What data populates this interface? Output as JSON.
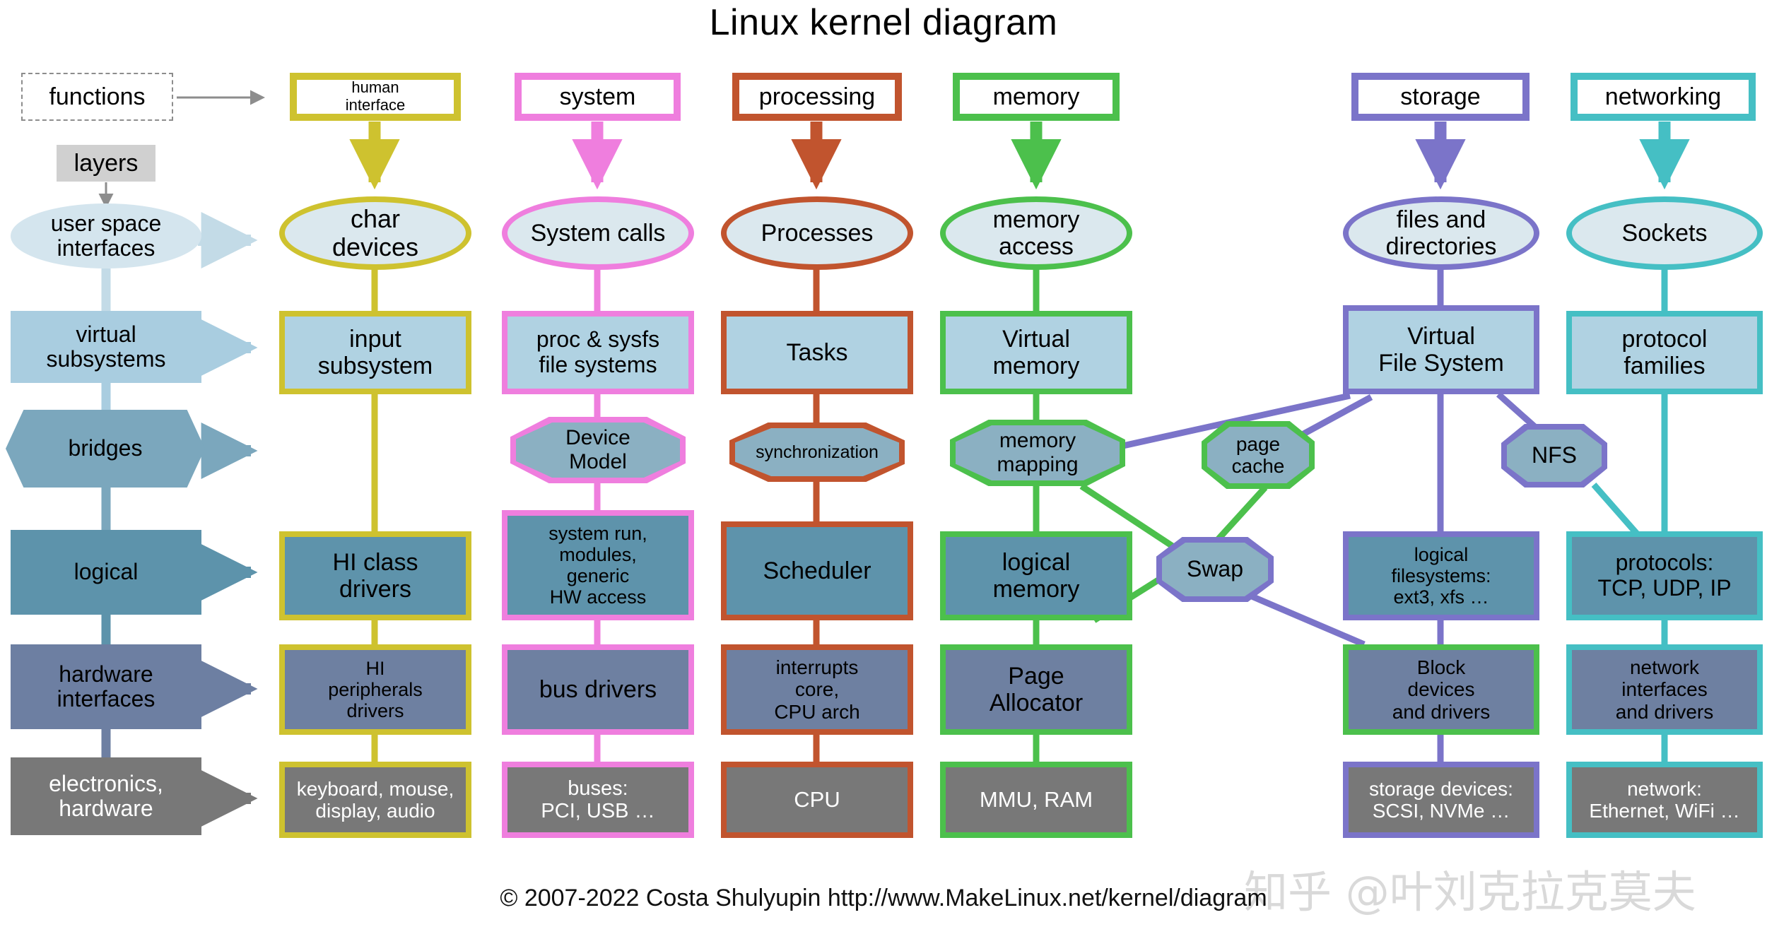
{
  "title": "Linux kernel diagram",
  "legend": {
    "functions": "functions",
    "layers": "layers"
  },
  "colors": {
    "human_interface": "#cec22f",
    "system": "#ef7ede",
    "processing": "#c1542e",
    "memory": "#4cc04c",
    "storage": "#7b74c9",
    "networking": "#45bfc4",
    "userspace_fill": "#d4e5ee",
    "virtual_fill": "#a9cde0",
    "bridges_fill": "#7ba7bd",
    "logical_fill": "#5d93ab",
    "hardware_fill": "#6d7fa2",
    "electronics_fill": "#787878",
    "node_userspace_fill": "#dbe8ee",
    "node_virtual_fill": "#b0d2e2",
    "node_bridge_fill": "#8bb0c2",
    "node_logical_fill": "#5e93ab",
    "node_hardware_fill": "#6e80a1",
    "node_electronics_fill": "#787878"
  },
  "columns": [
    {
      "id": "human-interface",
      "label": "human\ninterface",
      "color": "#cec22f"
    },
    {
      "id": "system",
      "label": "system",
      "color": "#ef7ede"
    },
    {
      "id": "processing",
      "label": "processing",
      "color": "#c1542e"
    },
    {
      "id": "memory",
      "label": "memory",
      "color": "#4cc04c"
    },
    {
      "id": "storage",
      "label": "storage",
      "color": "#7b74c9"
    },
    {
      "id": "networking",
      "label": "networking",
      "color": "#45bfc4"
    }
  ],
  "column_headers": {
    "human_interface": "human interface",
    "human_interface_l1": "human",
    "human_interface_l2": "interface",
    "system": "system",
    "processing": "processing",
    "memory": "memory",
    "storage": "storage",
    "networking": "networking"
  },
  "layers": [
    {
      "id": "user-space-interfaces",
      "l1": "user space",
      "l2": "interfaces",
      "shape": "ellipse",
      "fill": "#d4e5ee"
    },
    {
      "id": "virtual-subsystems",
      "l1": "virtual",
      "l2": "subsystems",
      "shape": "rect",
      "fill": "#a9cde0"
    },
    {
      "id": "bridges",
      "l1": "bridges",
      "l2": "",
      "shape": "hexwide",
      "fill": "#7ba7bd"
    },
    {
      "id": "logical",
      "l1": "logical",
      "l2": "",
      "shape": "rect",
      "fill": "#5d93ab"
    },
    {
      "id": "hardware-interfaces",
      "l1": "hardware",
      "l2": "interfaces",
      "shape": "rect",
      "fill": "#6d7fa2"
    },
    {
      "id": "electronics-hardware",
      "l1": "electronics,",
      "l2": "hardware",
      "shape": "rect",
      "fill": "#787878"
    }
  ],
  "nodes": {
    "char_devices": {
      "l1": "char",
      "l2": "devices"
    },
    "system_calls": {
      "l1": "System calls",
      "l2": ""
    },
    "processes": {
      "l1": "Processes",
      "l2": ""
    },
    "memory_access": {
      "l1": "memory",
      "l2": "access"
    },
    "files_and_dirs": {
      "l1": "files and",
      "l2": "directories"
    },
    "sockets": {
      "l1": "Sockets",
      "l2": ""
    },
    "input_subsystem": {
      "l1": "input",
      "l2": "subsystem"
    },
    "proc_sysfs": {
      "l1": "proc & sysfs",
      "l2": "file systems"
    },
    "tasks": {
      "l1": "Tasks",
      "l2": ""
    },
    "virtual_memory": {
      "l1": "Virtual",
      "l2": "memory"
    },
    "vfs": {
      "l1": "Virtual",
      "l2": "File System"
    },
    "protocol_families": {
      "l1": "protocol",
      "l2": "families"
    },
    "device_model": {
      "l1": "Device",
      "l2": "Model"
    },
    "synchronization": {
      "l1": "synchronization",
      "l2": ""
    },
    "memory_mapping": {
      "l1": "memory",
      "l2": "mapping"
    },
    "page_cache": {
      "l1": "page",
      "l2": "cache"
    },
    "nfs": {
      "l1": "NFS",
      "l2": ""
    },
    "swap": {
      "l1": "Swap",
      "l2": ""
    },
    "hi_class_drivers": {
      "l1": "HI class",
      "l2": "drivers"
    },
    "system_run": {
      "l1": "system run,",
      "l2": "modules,",
      "l3": "generic",
      "l4": "HW access"
    },
    "scheduler": {
      "l1": "Scheduler",
      "l2": ""
    },
    "logical_memory": {
      "l1": "logical",
      "l2": "memory"
    },
    "logical_filesystems": {
      "l1": "logical",
      "l2": "filesystems:",
      "l3": "ext3, xfs …"
    },
    "protocols": {
      "l1": "protocols:",
      "l2": "TCP, UDP, IP"
    },
    "hi_peripherals": {
      "l1": "HI",
      "l2": "peripherals",
      "l3": "drivers"
    },
    "bus_drivers": {
      "l1": "bus drivers",
      "l2": ""
    },
    "interrupts_core": {
      "l1": "interrupts",
      "l2": "core,",
      "l3": "CPU arch"
    },
    "page_allocator": {
      "l1": "Page",
      "l2": "Allocator"
    },
    "block_devices": {
      "l1": "Block",
      "l2": "devices",
      "l3": "and drivers"
    },
    "network_interfaces": {
      "l1": "network",
      "l2": "interfaces",
      "l3": "and drivers"
    },
    "keyboard_mouse": {
      "l1": "keyboard, mouse,",
      "l2": "display, audio"
    },
    "buses": {
      "l1": "buses:",
      "l2": "PCI, USB …"
    },
    "cpu": {
      "l1": "CPU",
      "l2": ""
    },
    "mmu_ram": {
      "l1": "MMU, RAM",
      "l2": ""
    },
    "storage_devices": {
      "l1": "storage devices:",
      "l2": "SCSI, NVMe …"
    },
    "network_hw": {
      "l1": "network:",
      "l2": "Ethernet, WiFi …"
    }
  },
  "footer": {
    "copyright": "© 2007-2022 Costa Shulyupin http://www.MakeLinux.net/kernel/diagram",
    "watermark": "知乎 @叶刘克拉克莫夫"
  }
}
